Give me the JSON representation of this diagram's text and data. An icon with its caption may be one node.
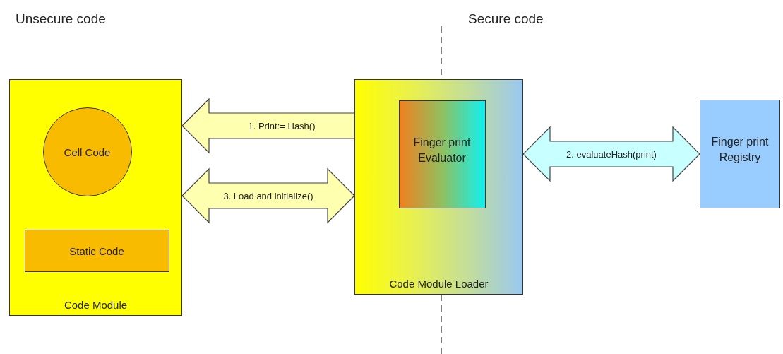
{
  "diagram": {
    "nodes": [
      {
        "text": [
          "Code Module"
        ]
      },
      {
        "text": [
          "Cell Code"
        ],
        "in": 0
      },
      {
        "text": [
          "Static Code"
        ],
        "in": 0
      },
      {
        "text": [
          "Code Module Loader"
        ]
      },
      {
        "text": [
          "Finger print Evaluator"
        ],
        "in": 3
      },
      {
        "text": [
          "Finger print Registry"
        ]
      }
    ],
    "edges": [
      {
        "from": 3,
        "to": 0,
        "arrow": "to",
        "label": "1. Print:= Hash()"
      },
      {
        "from": 3,
        "to": 5,
        "arrow": "both",
        "label": "2. evaluateHash(print)",
        "color": "#c8ffff"
      },
      {
        "from": 0,
        "to": 3,
        "arrow": "both",
        "label": "3. Load and initialize()"
      }
    ],
    "labels": [
      "Unsecure code",
      "Secure code"
    ]
  }
}
